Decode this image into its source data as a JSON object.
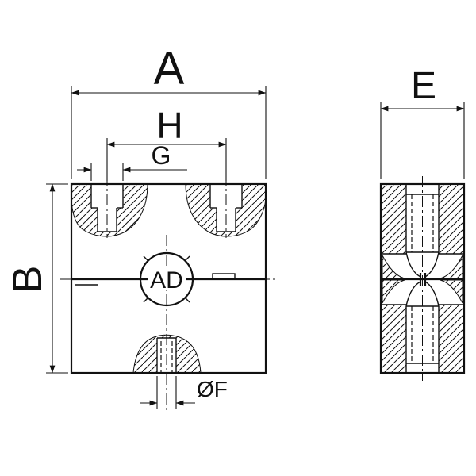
{
  "page": {
    "background_color": "#ffffff",
    "line_color": "#111111",
    "description_labels": {
      "width": "A",
      "bolt_spacing": "H",
      "counterbore_width": "G",
      "height": "B",
      "depth": "E",
      "bore": "AD",
      "hole_diameter": "ØF"
    }
  },
  "front_view": {
    "dim_width_label": "A",
    "dim_bolt_spacing_label": "H",
    "dim_counterbore_label": "G",
    "dim_height_label": "B",
    "bore_label": "AD",
    "dim_hole_label": "ØF"
  },
  "side_view": {
    "dim_depth_label": "E"
  }
}
